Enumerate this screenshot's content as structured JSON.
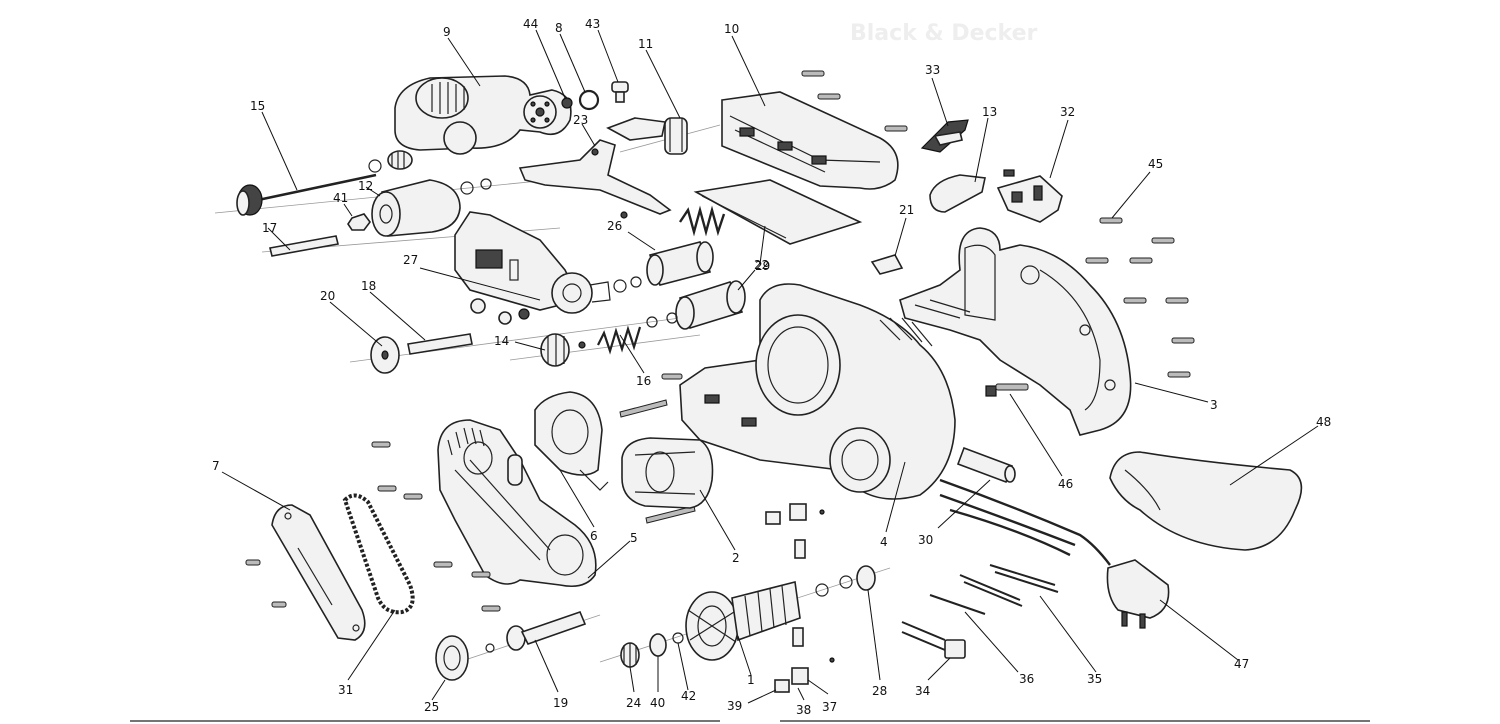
{
  "diagram": {
    "header_text": "Black & Decker",
    "callouts": [
      "1",
      "2",
      "3",
      "4",
      "5",
      "6",
      "7",
      "8",
      "9",
      "10",
      "11",
      "12",
      "13",
      "14",
      "15",
      "16",
      "17",
      "18",
      "19",
      "20",
      "21",
      "22",
      "23",
      "24",
      "25",
      "26",
      "27",
      "28",
      "29",
      "30",
      "31",
      "32",
      "33",
      "34",
      "35",
      "36",
      "37",
      "38",
      "39",
      "40",
      "41",
      "42",
      "43",
      "44",
      "45",
      "46",
      "47",
      "48"
    ]
  }
}
